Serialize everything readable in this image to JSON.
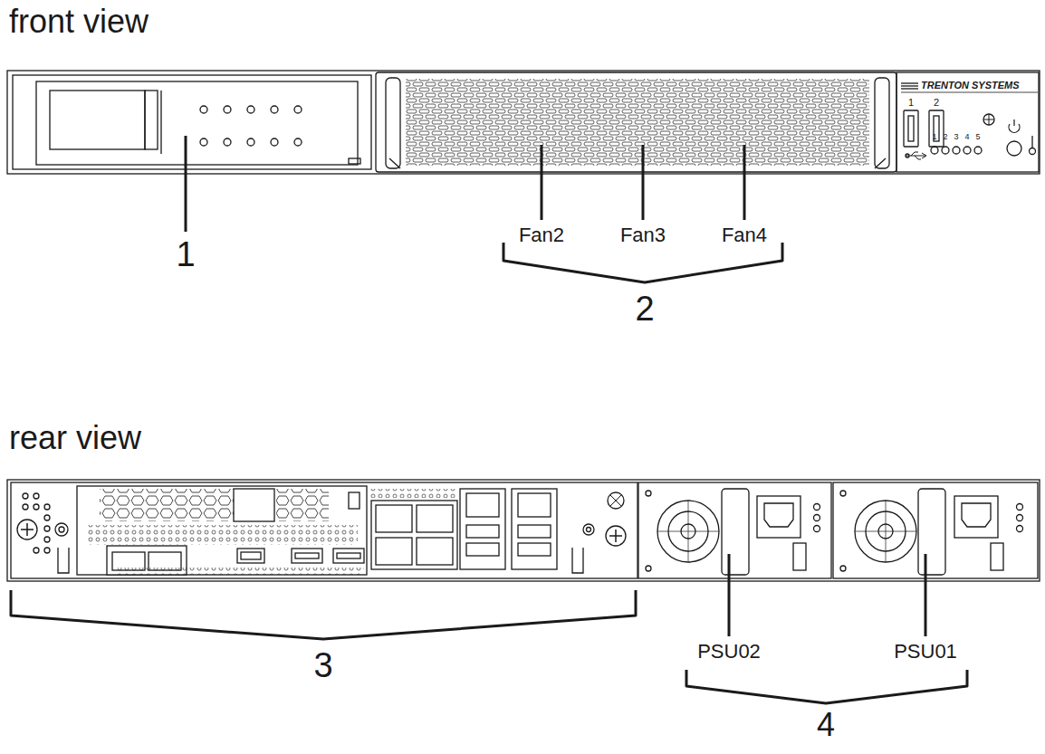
{
  "diagram": {
    "labels": [
      "front view",
      "TRENTON SYSTEMS",
      "1",
      "2",
      "1",
      "2",
      "3",
      "4",
      "5",
      "1",
      "Fan2",
      "Fan3",
      "Fan4",
      "2",
      "rear view",
      "3",
      "PSU02",
      "PSU01",
      "4"
    ]
  }
}
